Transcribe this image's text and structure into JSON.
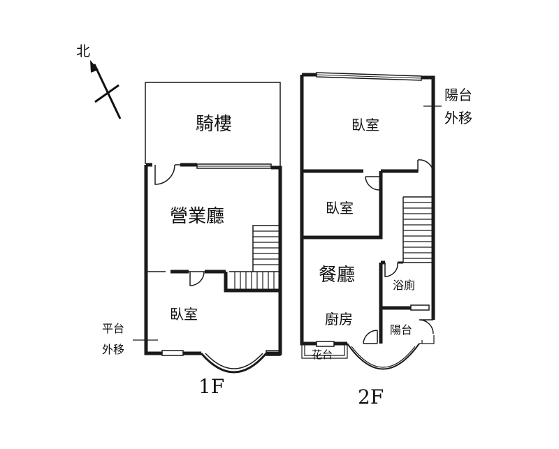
{
  "north": {
    "label": "北"
  },
  "floor_1": {
    "caption": "1F",
    "rooms": {
      "arcade": "騎樓",
      "business_hall": "營業廳",
      "bedroom": "臥室"
    },
    "note": {
      "line1": "平台",
      "line2": "外移"
    }
  },
  "floor_2": {
    "caption": "2F",
    "rooms": {
      "bedroom_main": "臥室",
      "bedroom_small": "臥室",
      "dining": "餐廳",
      "kitchen": "廚房",
      "bathroom": "浴廁",
      "balcony": "陽台",
      "planter": "花台"
    },
    "note": {
      "line1": "陽台",
      "line2": "外移"
    }
  },
  "colors": {
    "wall": "#1a1a1a",
    "ink": "#111111",
    "background": "#ffffff"
  }
}
